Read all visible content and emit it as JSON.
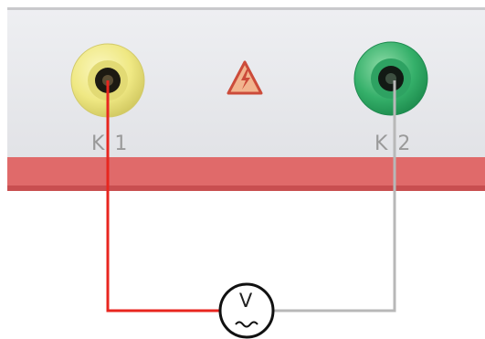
{
  "panel": {
    "terminals": [
      {
        "label": "K 1",
        "color": "#f2ec8a"
      },
      {
        "label": "K 2",
        "color": "#3db36e"
      }
    ],
    "warning_icon": "high-voltage-warning-icon",
    "stripe_color": "#e06a6a"
  },
  "wires": {
    "left_color": "#e8261f",
    "right_color": "#b8b8b8"
  },
  "meter": {
    "symbol": "V",
    "icon": "voltmeter-icon"
  }
}
